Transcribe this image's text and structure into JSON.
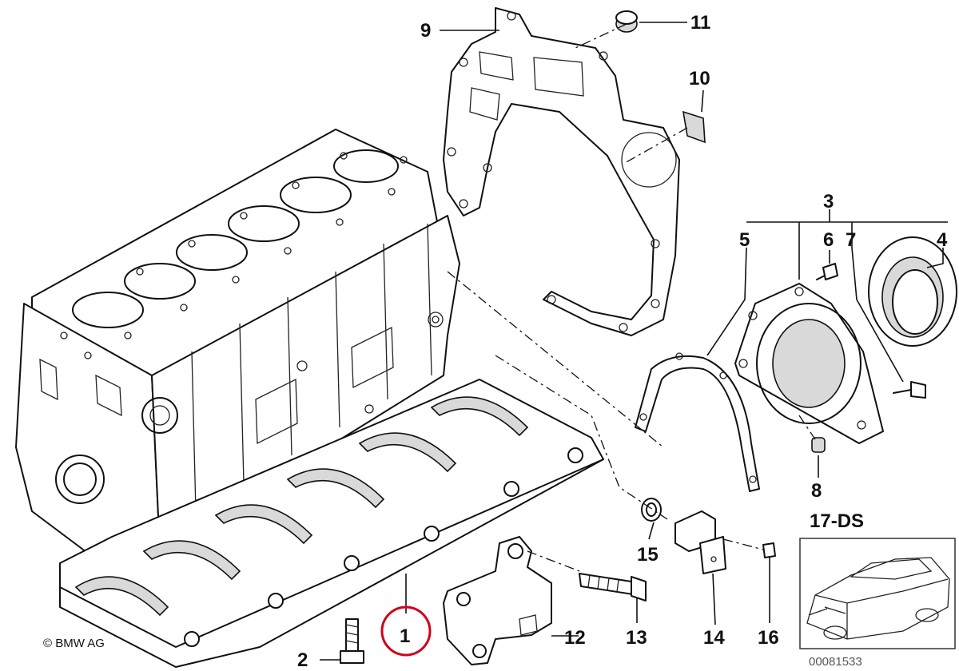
{
  "callouts": {
    "c1": "1",
    "c2": "2",
    "c3": "3",
    "c4": "4",
    "c5": "5",
    "c6": "6",
    "c7": "7",
    "c8": "8",
    "c9": "9",
    "c10": "10",
    "c11": "11",
    "c12": "12",
    "c13": "13",
    "c14": "14",
    "c15": "15",
    "c16": "16"
  },
  "variant_label": "17-DS",
  "copyright": "© BMW AG",
  "ref_number": "00081533",
  "highlight_color": "#d0021b"
}
